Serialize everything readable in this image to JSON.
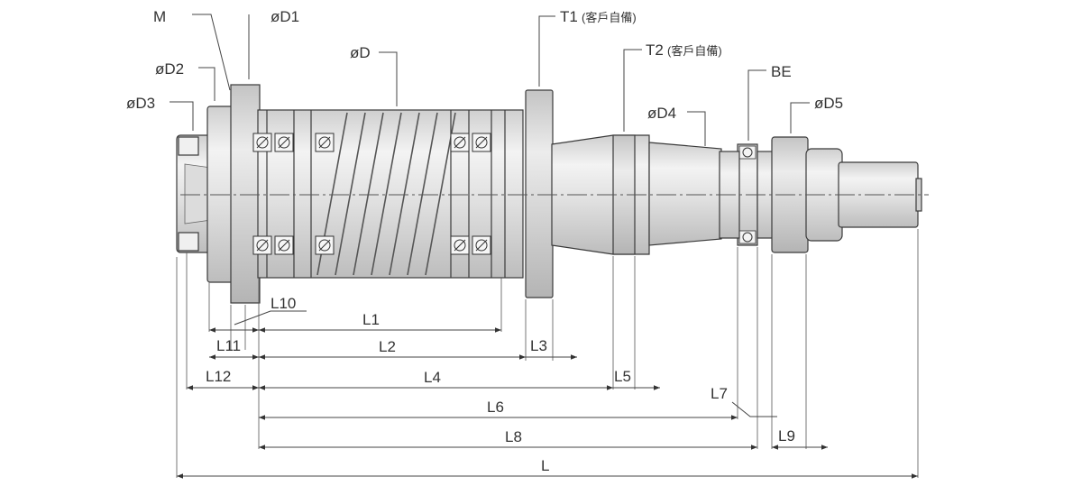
{
  "labels": {
    "M": "M",
    "D1": "øD1",
    "D2": "øD2",
    "D3": "øD3",
    "D": "øD",
    "T1": "T1",
    "T1_note": "(客戶自備)",
    "T2": "T2",
    "T2_note": "(客戶自備)",
    "D4": "øD4",
    "BE": "BE",
    "D5": "øD5",
    "L10": "L10",
    "L1": "L1",
    "L11": "L11",
    "L2": "L2",
    "L3": "L3",
    "L12": "L12",
    "L4": "L4",
    "L5": "L5",
    "L7": "L7",
    "L6": "L6",
    "L8": "L8",
    "L9": "L9",
    "L": "L"
  },
  "colors": {
    "body_fill": "#e4e4e4",
    "flange_fill": "#d2d2d2",
    "line": "#3a3a3a"
  }
}
